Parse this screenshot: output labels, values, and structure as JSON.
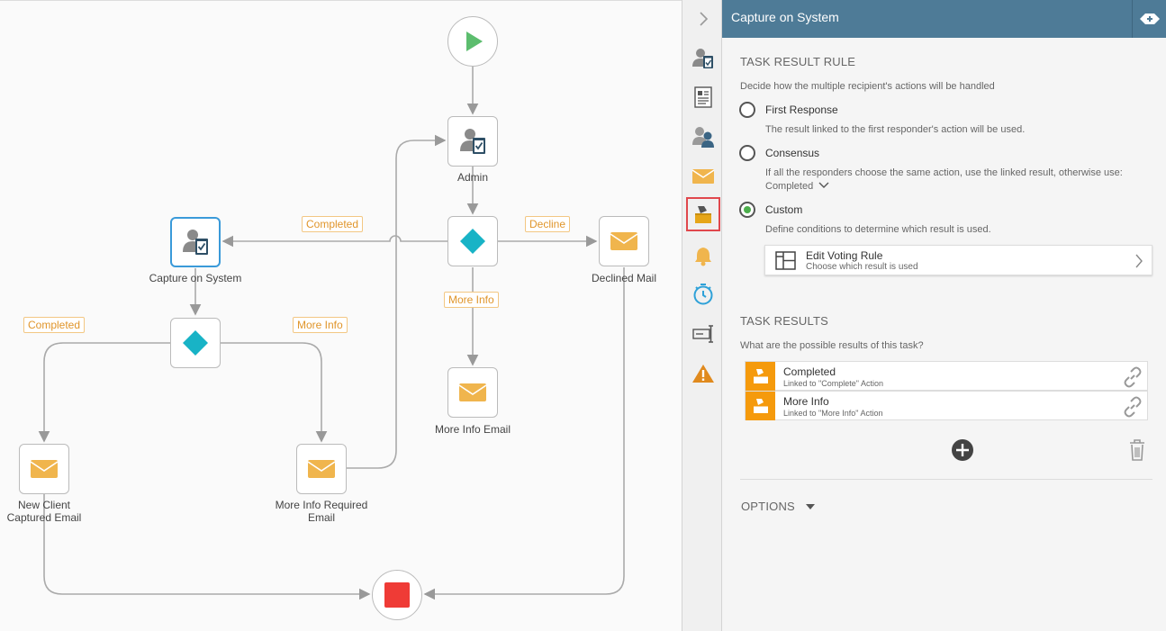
{
  "workflow": {
    "nodes": {
      "admin": "Admin",
      "capture_on_system": "Capture on System",
      "declined_mail": "Declined Mail",
      "more_info_email": "More Info Email",
      "new_client_email_line1": "New Client",
      "new_client_email_line2": "Captured Email",
      "more_info_required_line1": "More Info Required",
      "more_info_required_line2": "Email"
    },
    "edge_labels": {
      "admin_completed": "Completed",
      "admin_decline": "Decline",
      "admin_more_info": "More Info",
      "capture_completed": "Completed",
      "capture_more_info": "More Info"
    },
    "colors": {
      "start": "#5cbd6e",
      "end": "#ef3b36",
      "decision": "#18b3c6",
      "mail": "#f0b54d"
    }
  },
  "sidebar": {
    "items": [
      {
        "icon": "collapse-chevron-icon"
      },
      {
        "icon": "user-task-icon"
      },
      {
        "icon": "form-icon"
      },
      {
        "icon": "recipients-icon"
      },
      {
        "icon": "email-icon"
      },
      {
        "icon": "task-results-icon",
        "active": true
      },
      {
        "icon": "notification-bell-icon"
      },
      {
        "icon": "escalation-timer-icon"
      },
      {
        "icon": "text-field-icon"
      },
      {
        "icon": "warning-icon"
      }
    ]
  },
  "panel": {
    "title": "Capture on System",
    "task_result_rule": {
      "heading": "TASK RESULT RULE",
      "hint": "Decide how the multiple recipient's actions will be handled",
      "options": [
        {
          "label": "First Response",
          "desc": "The result linked to the first responder's action will be used.",
          "selected": false
        },
        {
          "label": "Consensus",
          "desc": "If all the responders choose the same action, use the linked result, otherwise use:",
          "selected": false,
          "dropdown": "Completed"
        },
        {
          "label": "Custom",
          "desc": "Define conditions to determine which result is used.",
          "selected": true
        }
      ],
      "voting_rule": {
        "title": "Edit Voting Rule",
        "subtitle": "Choose which result is used"
      }
    },
    "task_results": {
      "heading": "TASK RESULTS",
      "hint": "What are the possible results of this task?",
      "rows": [
        {
          "name": "Completed",
          "sub": "Linked to \"Complete\" Action"
        },
        {
          "name": "More Info",
          "sub": "Linked to \"More Info\" Action"
        }
      ]
    },
    "options_label": "OPTIONS"
  }
}
